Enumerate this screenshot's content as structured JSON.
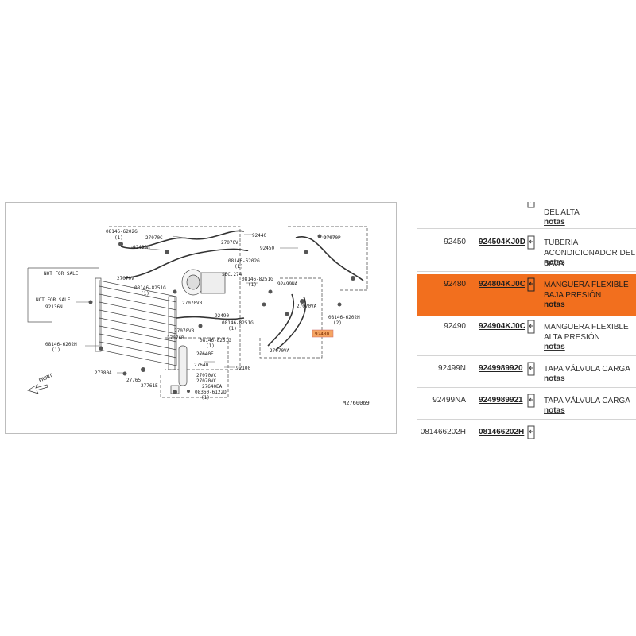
{
  "diagram": {
    "code": "M2760069",
    "labels": {
      "not_for_sale_1": "NOT FOR SALE",
      "not_for_sale_2": "NOT FOR SALE",
      "front": "FRONT",
      "l92440": "92440",
      "l92450": "92450",
      "l92480": "92480",
      "l92490": "92490",
      "l92499n": "92499N",
      "l92499na": "92499NA",
      "l92136n": "92136N",
      "l92100": "92100",
      "l27070v": "27070V",
      "l27070c": "27070C",
      "l27070p": "27070P",
      "l27070va": "27070VA",
      "l27070vb": "27070VB",
      "l27070vc": "27070VC",
      "l27070vc2": "27070VC",
      "l27070va2": "27070VA",
      "l27070vb2": "27070VB",
      "l27070v2": "27070V",
      "l27076b": "27076B",
      "l27640": "27640",
      "l27640e": "27640E",
      "l27640ea": "27640EA",
      "l27380a": "27380A",
      "l27765": "27765",
      "l27761e": "27761E",
      "sec274": "SEC.274",
      "b1": "08146-6202G",
      "b2": "08146-6202G",
      "b3": "08146-8251G",
      "b4": "08146-8251G",
      "b5": "08146-8251G",
      "b6": "08146-8251G",
      "b7": "08146-6202H",
      "b8": "08146-6202H",
      "b9": "08360-6122D",
      "q1": "(1)",
      "q2": "(1)",
      "q3": "(1)",
      "q4": "(1)",
      "q5": "(1)",
      "q6": "(1)",
      "q7": "(2)",
      "q8": "(1)",
      "q9": "(1)"
    }
  },
  "parts": {
    "top_partial": {
      "desc": "DEL ALTA",
      "notes": "notas"
    },
    "rows": [
      {
        "ref": "92450",
        "pn": "924504KJ0D",
        "desc": "TUBERIA ACONDICIONADOR DEL BAJA",
        "notes": "notas"
      },
      {
        "ref": "92480",
        "pn": "924804KJ0C",
        "desc": "MANGUERA FLEXIBLE BAJA PRESIÓN",
        "notes": "notas"
      },
      {
        "ref": "92490",
        "pn": "924904KJ0C",
        "desc": "MANGUERA FLEXIBLE ALTA PRESIÓN",
        "notes": "notas"
      },
      {
        "ref": "92499N",
        "pn": "9249989920",
        "desc": "TAPA VÁLVULA CARGA",
        "notes": "notas"
      },
      {
        "ref": "92499NA",
        "pn": "9249989921",
        "desc": "TAPA VÁLVULA CARGA",
        "notes": "notas"
      },
      {
        "ref": "081466202H",
        "pn": "081466202H"
      }
    ],
    "highlight_color": "#f26f1e"
  }
}
